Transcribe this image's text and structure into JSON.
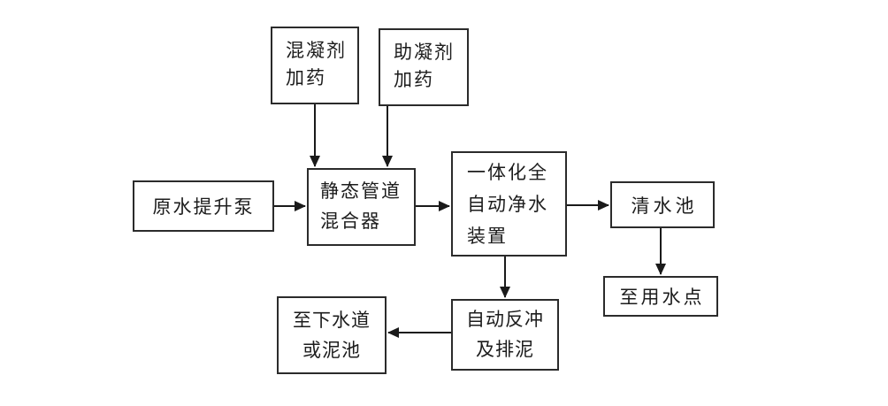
{
  "diagram": {
    "type": "flowchart",
    "background_color": "#ffffff",
    "box_border_color": "#2b2b2b",
    "text_color": "#1c1c1c",
    "arrow_color": "#1a1a1a",
    "nodes": {
      "coagulant_dosing": {
        "label": "混凝剂\n加药"
      },
      "coagulant_aid_dosing": {
        "label": "助凝剂\n加药"
      },
      "raw_water_pump": {
        "label": "原水提升泵"
      },
      "static_pipe_mixer": {
        "label": "静态管道\n混合器"
      },
      "integrated_purifier": {
        "label": "一体化全\n自动净水\n装置"
      },
      "clean_water_tank": {
        "label": "清水池"
      },
      "water_use_point": {
        "label": "至用水点"
      },
      "auto_backwash_sludge": {
        "label": "自动反冲\n及排泥"
      },
      "sewer_or_mud_pool": {
        "label": "至下水道\n或泥池"
      }
    },
    "edges": [
      {
        "from": "混凝剂加药",
        "to": "静态管道混合器",
        "direction": "down"
      },
      {
        "from": "助凝剂加药",
        "to": "静态管道混合器",
        "direction": "down"
      },
      {
        "from": "原水提升泵",
        "to": "静态管道混合器",
        "direction": "right"
      },
      {
        "from": "静态管道混合器",
        "to": "一体化全自动净水装置",
        "direction": "right"
      },
      {
        "from": "一体化全自动净水装置",
        "to": "清水池",
        "direction": "right"
      },
      {
        "from": "清水池",
        "to": "至用水点",
        "direction": "down"
      },
      {
        "from": "一体化全自动净水装置",
        "to": "自动反冲及排泥",
        "direction": "down"
      },
      {
        "from": "自动反冲及排泥",
        "to": "至下水道或泥池",
        "direction": "left"
      }
    ]
  }
}
